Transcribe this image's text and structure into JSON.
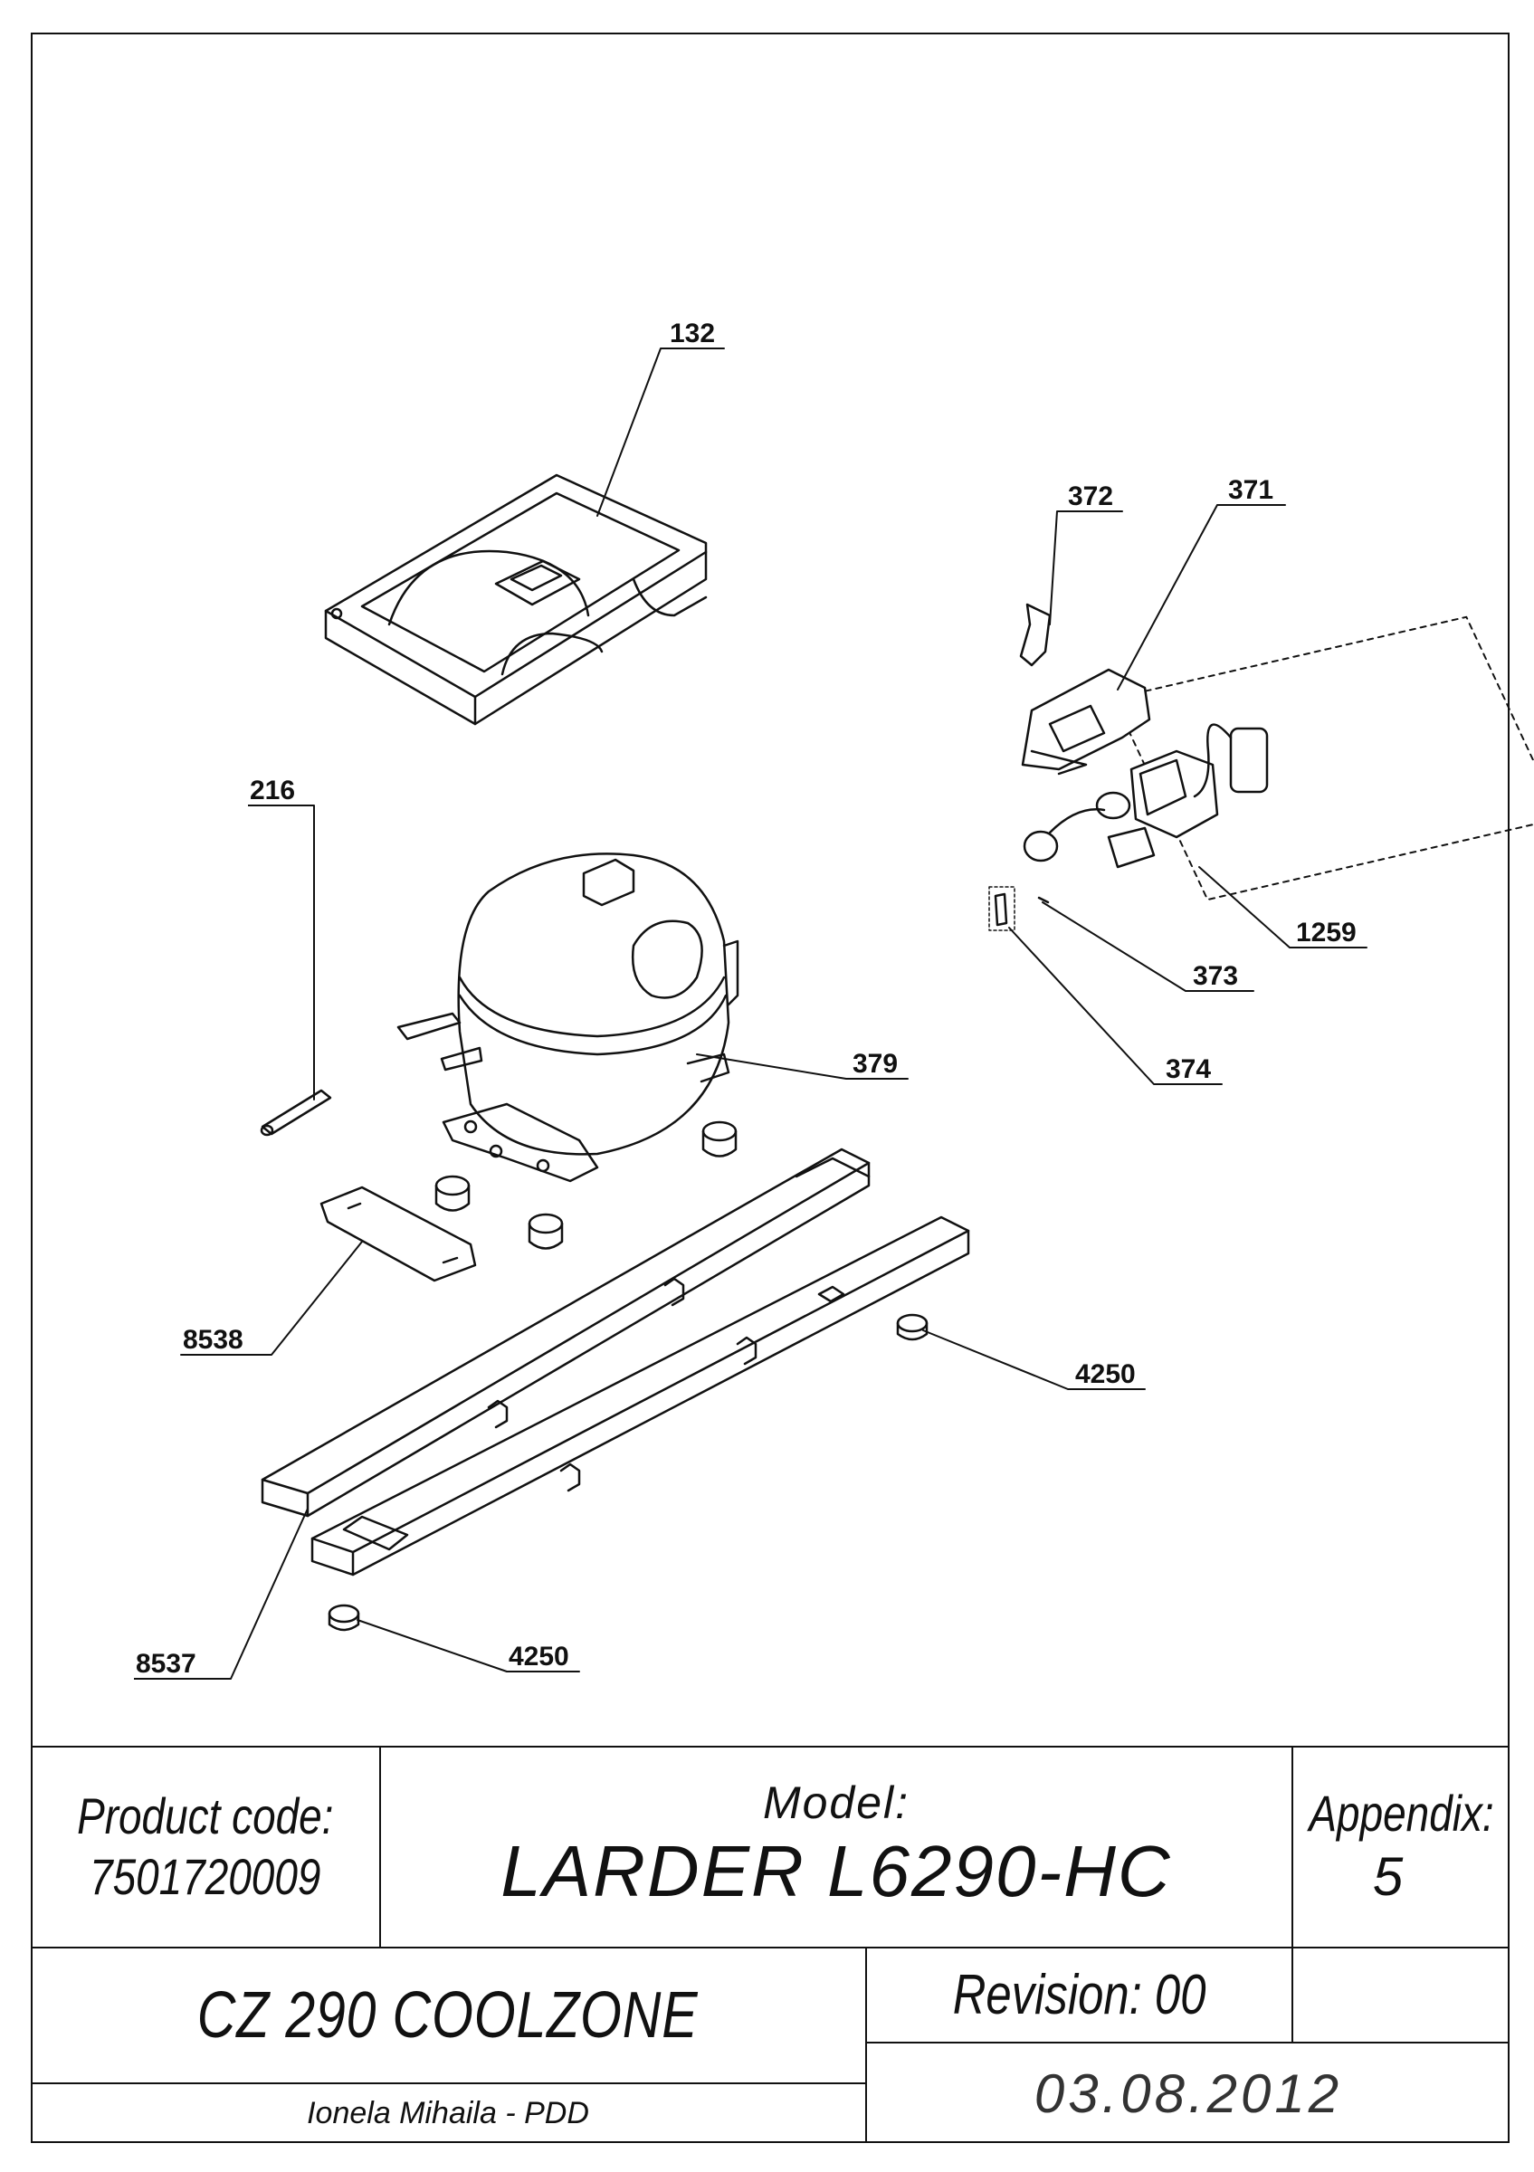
{
  "callouts": [
    {
      "id": "c132",
      "label": "132"
    },
    {
      "id": "c372",
      "label": "372"
    },
    {
      "id": "c371",
      "label": "371"
    },
    {
      "id": "c216",
      "label": "216"
    },
    {
      "id": "c1259",
      "label": "1259"
    },
    {
      "id": "c373",
      "label": "373"
    },
    {
      "id": "c379",
      "label": "379"
    },
    {
      "id": "c374",
      "label": "374"
    },
    {
      "id": "c8538",
      "label": "8538"
    },
    {
      "id": "c4250a",
      "label": "4250"
    },
    {
      "id": "c8537",
      "label": "8537"
    },
    {
      "id": "c4250b",
      "label": "4250"
    }
  ],
  "title_block": {
    "product_code_label": "Product code:",
    "product_code": "7501720009",
    "model_label": "Model:",
    "model": "LARDER L6290-HC",
    "appendix_label": "Appendix:",
    "appendix": "5",
    "product_name": "CZ 290 COOLZONE",
    "revision": "Revision: 00",
    "author": "Ionela Mihaila - PDD",
    "date": "03.08.2012"
  }
}
